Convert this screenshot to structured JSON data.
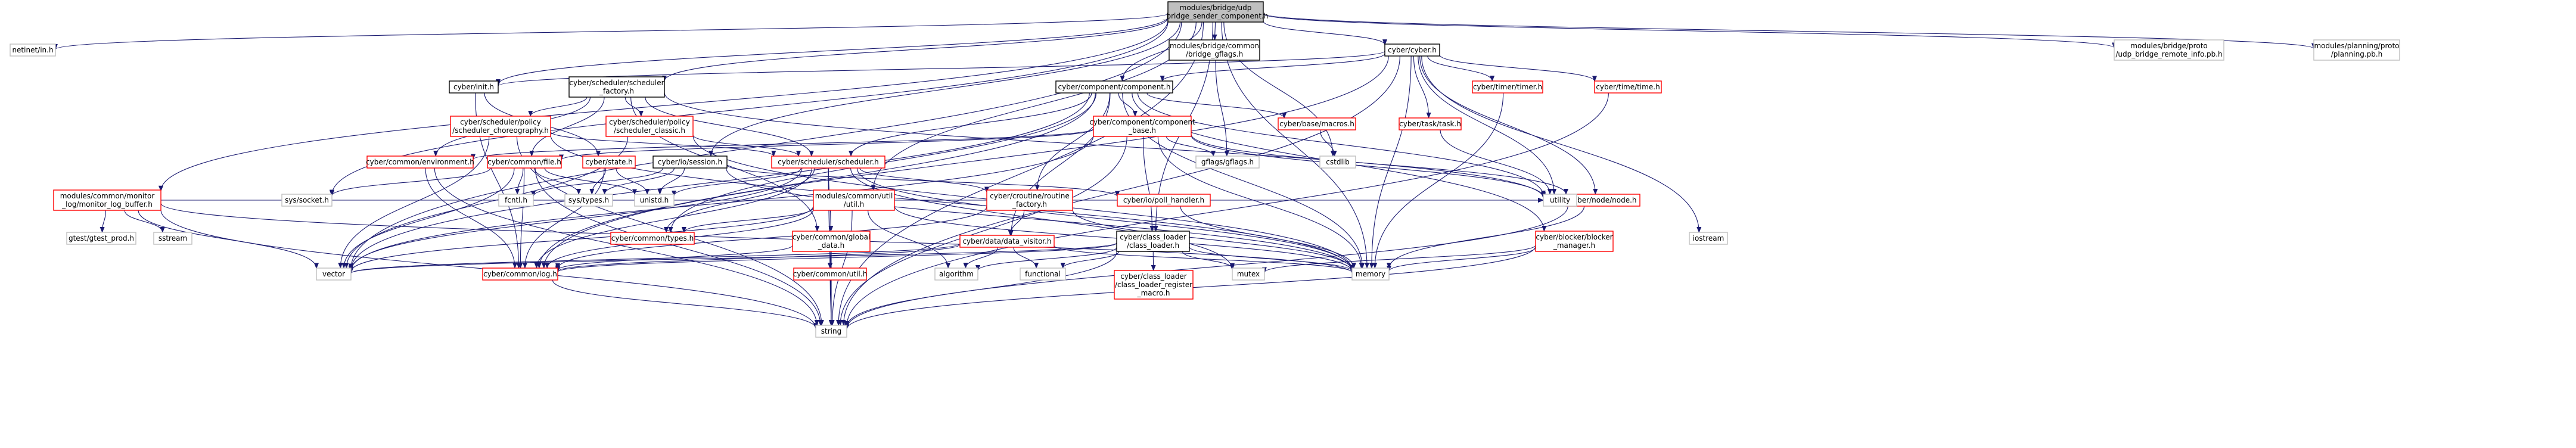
{
  "nodes": [
    {
      "id": "root",
      "lines": [
        "modules/bridge/udp",
        "_bridge_sender_component.h"
      ],
      "style": "root"
    },
    {
      "id": "netinet",
      "lines": [
        "netinet/in.h"
      ],
      "style": "gray"
    },
    {
      "id": "gflags_bridge",
      "lines": [
        "modules/bridge/common",
        "/bridge_gflags.h"
      ],
      "style": "black"
    },
    {
      "id": "cyber_h",
      "lines": [
        "cyber/cyber.h"
      ],
      "style": "black"
    },
    {
      "id": "udp_remote",
      "lines": [
        "modules/bridge/proto",
        "/udp_bridge_remote_info.pb.h"
      ],
      "style": "gray"
    },
    {
      "id": "planning_pb",
      "lines": [
        "modules/planning/proto",
        "/planning.pb.h"
      ],
      "style": "gray"
    },
    {
      "id": "init",
      "lines": [
        "cyber/init.h"
      ],
      "style": "black"
    },
    {
      "id": "sched_factory",
      "lines": [
        "cyber/scheduler/scheduler",
        "_factory.h"
      ],
      "style": "black"
    },
    {
      "id": "component",
      "lines": [
        "cyber/component/component.h"
      ],
      "style": "black"
    },
    {
      "id": "timer",
      "lines": [
        "cyber/timer/timer.h"
      ],
      "style": "red"
    },
    {
      "id": "time",
      "lines": [
        "cyber/time/time.h"
      ],
      "style": "red"
    },
    {
      "id": "task",
      "lines": [
        "cyber/task/task.h"
      ],
      "style": "red"
    },
    {
      "id": "sched_choreo",
      "lines": [
        "cyber/scheduler/policy",
        "/scheduler_choreography.h"
      ],
      "style": "red"
    },
    {
      "id": "sched_classic",
      "lines": [
        "cyber/scheduler/policy",
        "/scheduler_classic.h"
      ],
      "style": "red"
    },
    {
      "id": "comp_base",
      "lines": [
        "cyber/component/component",
        "_base.h"
      ],
      "style": "red"
    },
    {
      "id": "macros",
      "lines": [
        "cyber/base/macros.h"
      ],
      "style": "red"
    },
    {
      "id": "environment",
      "lines": [
        "cyber/common/environment.h"
      ],
      "style": "red"
    },
    {
      "id": "file",
      "lines": [
        "cyber/common/file.h"
      ],
      "style": "red"
    },
    {
      "id": "state",
      "lines": [
        "cyber/state.h"
      ],
      "style": "red"
    },
    {
      "id": "session",
      "lines": [
        "cyber/io/session.h"
      ],
      "style": "black"
    },
    {
      "id": "scheduler",
      "lines": [
        "cyber/scheduler/scheduler.h"
      ],
      "style": "red"
    },
    {
      "id": "gflags",
      "lines": [
        "gflags/gflags.h"
      ],
      "style": "gray"
    },
    {
      "id": "cstdlib",
      "lines": [
        "cstdlib"
      ],
      "style": "gray"
    },
    {
      "id": "monitor",
      "lines": [
        "modules/common/monitor",
        "_log/monitor_log_buffer.h"
      ],
      "style": "red"
    },
    {
      "id": "syssocket",
      "lines": [
        "sys/socket.h"
      ],
      "style": "gray"
    },
    {
      "id": "fcntl",
      "lines": [
        "fcntl.h"
      ],
      "style": "gray"
    },
    {
      "id": "systypes",
      "lines": [
        "sys/types.h"
      ],
      "style": "gray"
    },
    {
      "id": "unistd",
      "lines": [
        "unistd.h"
      ],
      "style": "gray"
    },
    {
      "id": "util",
      "lines": [
        "modules/common/util",
        "/util.h"
      ],
      "style": "red"
    },
    {
      "id": "routine",
      "lines": [
        "cyber/croutine/routine",
        "_factory.h"
      ],
      "style": "red"
    },
    {
      "id": "poll",
      "lines": [
        "cyber/io/poll_handler.h"
      ],
      "style": "red"
    },
    {
      "id": "node",
      "lines": [
        "cyber/node/node.h"
      ],
      "style": "red"
    },
    {
      "id": "gtest",
      "lines": [
        "gtest/gtest_prod.h"
      ],
      "style": "gray"
    },
    {
      "id": "sstream",
      "lines": [
        "sstream"
      ],
      "style": "gray"
    },
    {
      "id": "ctypes",
      "lines": [
        "cyber/common/types.h"
      ],
      "style": "red"
    },
    {
      "id": "global",
      "lines": [
        "cyber/common/global",
        "_data.h"
      ],
      "style": "red"
    },
    {
      "id": "visitor",
      "lines": [
        "cyber/data/data_visitor.h"
      ],
      "style": "red"
    },
    {
      "id": "classloader",
      "lines": [
        "cyber/class_loader",
        "/class_loader.h"
      ],
      "style": "black"
    },
    {
      "id": "blocker",
      "lines": [
        "cyber/blocker/blocker",
        "_manager.h"
      ],
      "style": "red"
    },
    {
      "id": "utility",
      "lines": [
        "utility"
      ],
      "style": "gray"
    },
    {
      "id": "iostream",
      "lines": [
        "iostream"
      ],
      "style": "gray"
    },
    {
      "id": "vector",
      "lines": [
        "vector"
      ],
      "style": "gray"
    },
    {
      "id": "log",
      "lines": [
        "cyber/common/log.h"
      ],
      "style": "red"
    },
    {
      "id": "cutil",
      "lines": [
        "cyber/common/util.h"
      ],
      "style": "red"
    },
    {
      "id": "algorithm",
      "lines": [
        "algorithm"
      ],
      "style": "gray"
    },
    {
      "id": "functional",
      "lines": [
        "functional"
      ],
      "style": "gray"
    },
    {
      "id": "register",
      "lines": [
        "cyber/class_loader",
        "/class_loader_register",
        "_macro.h"
      ],
      "style": "red"
    },
    {
      "id": "mutex",
      "lines": [
        "mutex"
      ],
      "style": "gray"
    },
    {
      "id": "memory",
      "lines": [
        "memory"
      ],
      "style": "gray"
    },
    {
      "id": "string",
      "lines": [
        "string"
      ],
      "style": "gray"
    }
  ],
  "edges": [
    [
      "root",
      "netinet"
    ],
    [
      "root",
      "gflags_bridge"
    ],
    [
      "root",
      "cyber_h"
    ],
    [
      "root",
      "udp_remote"
    ],
    [
      "root",
      "planning_pb"
    ],
    [
      "root",
      "init"
    ],
    [
      "root",
      "sched_factory"
    ],
    [
      "root",
      "component"
    ],
    [
      "root",
      "monitor"
    ],
    [
      "root",
      "syssocket"
    ],
    [
      "root",
      "session"
    ],
    [
      "root",
      "util"
    ],
    [
      "root",
      "classloader"
    ],
    [
      "root",
      "vector"
    ],
    [
      "root",
      "memory"
    ],
    [
      "root",
      "string"
    ],
    [
      "root",
      "cstdlib"
    ],
    [
      "gflags_bridge",
      "gflags"
    ],
    [
      "cyber_h",
      "init"
    ],
    [
      "cyber_h",
      "component"
    ],
    [
      "cyber_h",
      "timer"
    ],
    [
      "cyber_h",
      "time"
    ],
    [
      "cyber_h",
      "task"
    ],
    [
      "cyber_h",
      "node"
    ],
    [
      "cyber_h",
      "utility"
    ],
    [
      "cyber_h",
      "iostream"
    ],
    [
      "cyber_h",
      "memory"
    ],
    [
      "cyber_h",
      "string"
    ],
    [
      "cyber_h",
      "log"
    ],
    [
      "init",
      "log"
    ],
    [
      "init",
      "state"
    ],
    [
      "sched_factory",
      "sched_choreo"
    ],
    [
      "sched_factory",
      "sched_classic"
    ],
    [
      "sched_factory",
      "scheduler"
    ],
    [
      "sched_factory",
      "file"
    ],
    [
      "sched_factory",
      "global"
    ],
    [
      "sched_factory",
      "environment"
    ],
    [
      "sched_factory",
      "utility"
    ],
    [
      "component",
      "comp_base"
    ],
    [
      "component",
      "macros"
    ],
    [
      "component",
      "scheduler"
    ],
    [
      "component",
      "routine"
    ],
    [
      "component",
      "visitor"
    ],
    [
      "component",
      "ctypes"
    ],
    [
      "component",
      "blocker"
    ],
    [
      "component",
      "memory"
    ],
    [
      "component",
      "utility"
    ],
    [
      "component",
      "log"
    ],
    [
      "component",
      "vector"
    ],
    [
      "timer",
      "memory"
    ],
    [
      "time",
      "string"
    ],
    [
      "task",
      "utility"
    ],
    [
      "sched_choreo",
      "scheduler"
    ],
    [
      "sched_choreo",
      "vector"
    ],
    [
      "sched_choreo",
      "string"
    ],
    [
      "sched_choreo",
      "memory"
    ],
    [
      "sched_classic",
      "scheduler"
    ],
    [
      "sched_classic",
      "vector"
    ],
    [
      "sched_classic",
      "memory"
    ],
    [
      "comp_base",
      "environment"
    ],
    [
      "comp_base",
      "file"
    ],
    [
      "comp_base",
      "gflags"
    ],
    [
      "comp_base",
      "node"
    ],
    [
      "comp_base",
      "classloader"
    ],
    [
      "comp_base",
      "memory"
    ],
    [
      "comp_base",
      "vector"
    ],
    [
      "comp_base",
      "string"
    ],
    [
      "comp_base",
      "utility"
    ],
    [
      "macros",
      "cstdlib"
    ],
    [
      "environment",
      "log"
    ],
    [
      "environment",
      "string"
    ],
    [
      "file",
      "fcntl"
    ],
    [
      "file",
      "systypes"
    ],
    [
      "file",
      "unistd"
    ],
    [
      "file",
      "log"
    ],
    [
      "file",
      "vector"
    ],
    [
      "file",
      "string"
    ],
    [
      "file",
      "syssocket"
    ],
    [
      "state",
      "systypes"
    ],
    [
      "state",
      "unistd"
    ],
    [
      "state",
      "log"
    ],
    [
      "session",
      "fcntl"
    ],
    [
      "session",
      "systypes"
    ],
    [
      "session",
      "unistd"
    ],
    [
      "session",
      "poll"
    ],
    [
      "session",
      "memory"
    ],
    [
      "scheduler",
      "routine"
    ],
    [
      "scheduler",
      "ctypes"
    ],
    [
      "scheduler",
      "log"
    ],
    [
      "scheduler",
      "cutil"
    ],
    [
      "scheduler",
      "global"
    ],
    [
      "scheduler",
      "unistd"
    ],
    [
      "scheduler",
      "vector"
    ],
    [
      "scheduler",
      "string"
    ],
    [
      "scheduler",
      "memory"
    ],
    [
      "scheduler",
      "mutex"
    ],
    [
      "monitor",
      "gtest"
    ],
    [
      "monitor",
      "sstream"
    ],
    [
      "monitor",
      "vector"
    ],
    [
      "monitor",
      "string"
    ],
    [
      "monitor",
      "utility"
    ],
    [
      "monitor",
      "memory"
    ],
    [
      "util",
      "vector"
    ],
    [
      "util",
      "string"
    ],
    [
      "util",
      "algorithm"
    ],
    [
      "util",
      "utility"
    ],
    [
      "util",
      "memory"
    ],
    [
      "util",
      "log"
    ],
    [
      "util",
      "ctypes"
    ],
    [
      "routine",
      "visitor"
    ],
    [
      "routine",
      "log"
    ],
    [
      "routine",
      "memory"
    ],
    [
      "routine",
      "utility"
    ],
    [
      "poll",
      "memory"
    ],
    [
      "node",
      "utility"
    ],
    [
      "node",
      "memory"
    ],
    [
      "node",
      "string"
    ],
    [
      "global",
      "log"
    ],
    [
      "global",
      "cutil"
    ],
    [
      "global",
      "string"
    ],
    [
      "visitor",
      "log"
    ],
    [
      "visitor",
      "vector"
    ],
    [
      "visitor",
      "memory"
    ],
    [
      "visitor",
      "algorithm"
    ],
    [
      "visitor",
      "functional"
    ],
    [
      "classloader",
      "algorithm"
    ],
    [
      "classloader",
      "functional"
    ],
    [
      "classloader",
      "register"
    ],
    [
      "classloader",
      "mutex"
    ],
    [
      "classloader",
      "memory"
    ],
    [
      "classloader",
      "string"
    ],
    [
      "classloader",
      "vector"
    ],
    [
      "classloader",
      "log"
    ],
    [
      "blocker",
      "memory"
    ],
    [
      "blocker",
      "mutex"
    ],
    [
      "blocker",
      "string"
    ],
    [
      "log",
      "string"
    ],
    [
      "cutil",
      "string"
    ]
  ]
}
